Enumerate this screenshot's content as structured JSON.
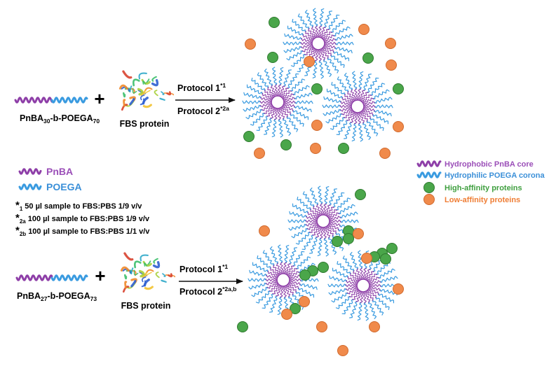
{
  "colors": {
    "pnba": "#8e3fa8",
    "poega": "#3a9be0",
    "high_affinity": "#4aa64a",
    "high_affinity_stroke": "#2f7a2f",
    "low_affinity": "#f08a4b",
    "low_affinity_stroke": "#d06a2e",
    "pnba_text": "#9b4fb8",
    "poega_text": "#3a8fd8",
    "high_text": "#3f9f3f",
    "low_text": "#ef7d34"
  },
  "top_row": {
    "polymer_label_main": "PnBA",
    "polymer_sub1": "30",
    "polymer_label_mid": "-b-POEGA",
    "polymer_sub2": "70",
    "plus": "+",
    "protein_label": "FBS protein",
    "protocol1_main": "Protocol 1",
    "protocol1_sup": "*1",
    "protocol2_main": "Protocol 2",
    "protocol2_sup": "*2a"
  },
  "bottom_row": {
    "polymer_label_main": "PnBA",
    "polymer_sub1": "27",
    "polymer_label_mid": "-b-POEGA",
    "polymer_sub2": "73",
    "plus": "+",
    "protein_label": "FBS protein",
    "protocol1_main": "Protocol 1",
    "protocol1_sup": "*1",
    "protocol2_main": "Protocol 2",
    "protocol2_sup": "*2a,b"
  },
  "left_legend": {
    "pnba": "PnBA",
    "poega": "POEGA"
  },
  "footnotes": [
    {
      "star": "*",
      "sub": "1",
      "text": "50 µl sample to FBS:PBS 1/9 v/v"
    },
    {
      "star": "*",
      "sub": "2a",
      "text": "100 µl sample to FBS:PBS 1/9 v/v"
    },
    {
      "star": "*",
      "sub": "2b",
      "text": "100 µl sample to FBS:PBS 1/1 v/v"
    }
  ],
  "right_legend": {
    "core": "Hydrophobic PnBA core",
    "corona": "Hydrophilic POEGA corona",
    "high": "High-affinity proteins",
    "low": "Low-affinity proteins"
  }
}
